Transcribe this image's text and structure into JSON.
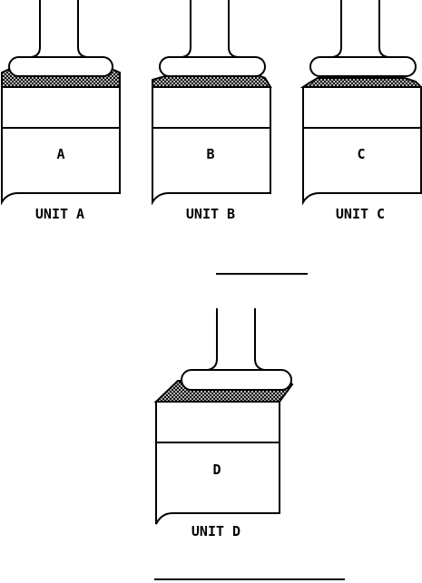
{
  "units": [
    {
      "letter": "A",
      "caption": "UNIT A"
    },
    {
      "letter": "B",
      "caption": "UNIT B"
    },
    {
      "letter": "C",
      "caption": "UNIT C"
    },
    {
      "letter": "D",
      "caption": "UNIT D"
    }
  ],
  "colors": {
    "line": "#000000",
    "background": "#ffffff",
    "hatch": "crosshatch"
  }
}
